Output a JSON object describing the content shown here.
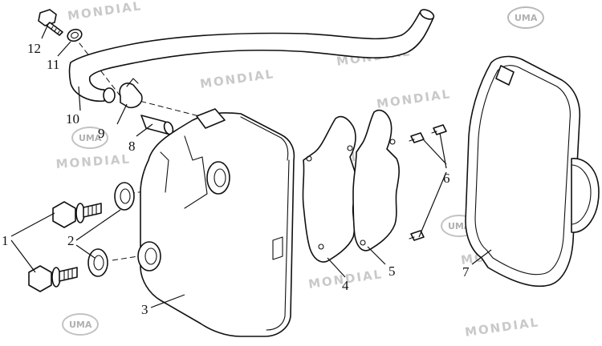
{
  "diagram": {
    "type": "exploded-parts-view",
    "callouts": [
      "1",
      "2",
      "3",
      "4",
      "5",
      "6",
      "7",
      "8",
      "9",
      "10",
      "11",
      "12"
    ]
  },
  "watermark": {
    "brand_word": "MONDIAL",
    "logo_text": "UMA"
  },
  "colors": {
    "line": "#111111",
    "watermark": "#c9c9c9",
    "background": "#ffffff"
  }
}
